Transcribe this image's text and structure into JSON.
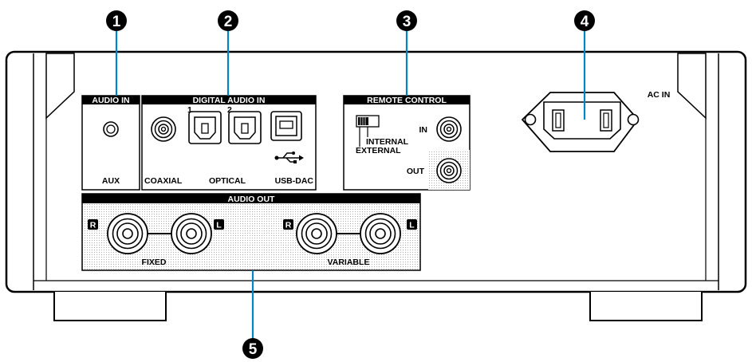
{
  "callouts": [
    "1",
    "2",
    "3",
    "4",
    "5"
  ],
  "audio_in": {
    "header": "AUDIO IN",
    "jack_label": "AUX"
  },
  "digital_audio_in": {
    "header": "DIGITAL AUDIO IN",
    "coaxial": "COAXIAL",
    "optical": "OPTICAL",
    "optical_1": "1",
    "optical_2": "2",
    "usb": "USB-DAC"
  },
  "remote_control": {
    "header": "REMOTE CONTROL",
    "in": "IN",
    "out": "OUT",
    "internal": "INTERNAL",
    "external": "EXTERNAL"
  },
  "ac_in": "AC IN",
  "audio_out": {
    "header": "AUDIO OUT",
    "fixed": "FIXED",
    "variable": "VARIABLE",
    "r": "R",
    "l": "L"
  }
}
